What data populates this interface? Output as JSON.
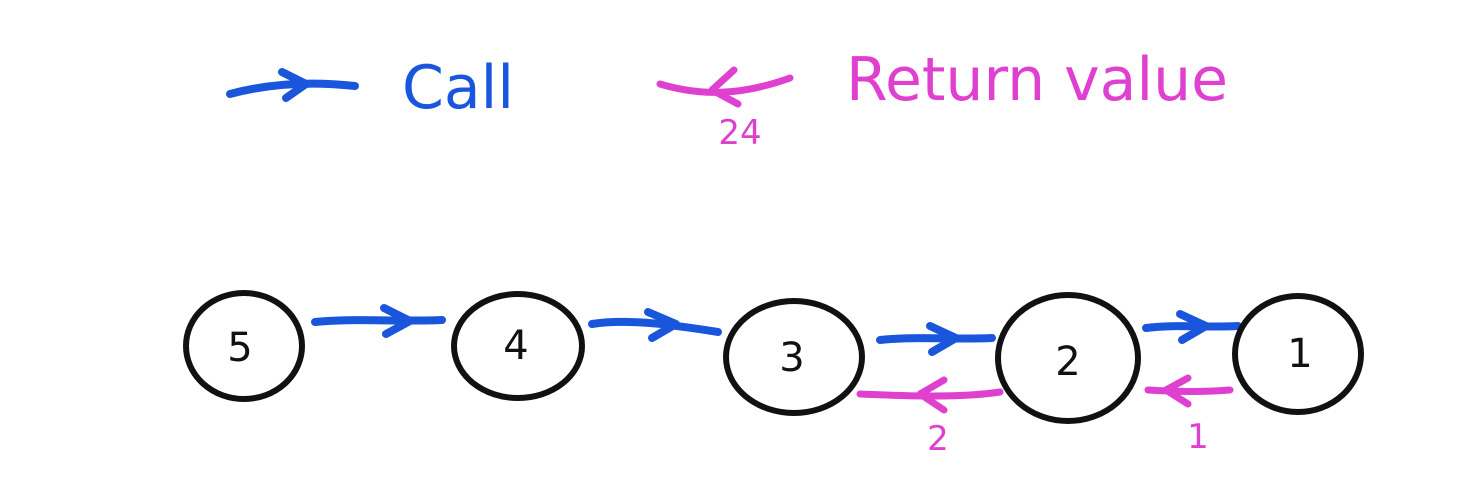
{
  "colors": {
    "call": "#1a56db",
    "return": "#e040d0",
    "node": "#111111"
  },
  "legend": {
    "call_label": "Call",
    "return_label": "Return value",
    "return_example_value": "24"
  },
  "nodes": [
    {
      "id": "n5",
      "label": "5"
    },
    {
      "id": "n4",
      "label": "4"
    },
    {
      "id": "n3",
      "label": "3"
    },
    {
      "id": "n2",
      "label": "2"
    },
    {
      "id": "n1",
      "label": "1"
    }
  ],
  "calls": [
    {
      "from": "5",
      "to": "4"
    },
    {
      "from": "4",
      "to": "3"
    },
    {
      "from": "3",
      "to": "2"
    },
    {
      "from": "2",
      "to": "1"
    }
  ],
  "returns": [
    {
      "from": "2",
      "to": "3",
      "value": "2"
    },
    {
      "from": "1",
      "to": "2",
      "value": "1"
    }
  ]
}
